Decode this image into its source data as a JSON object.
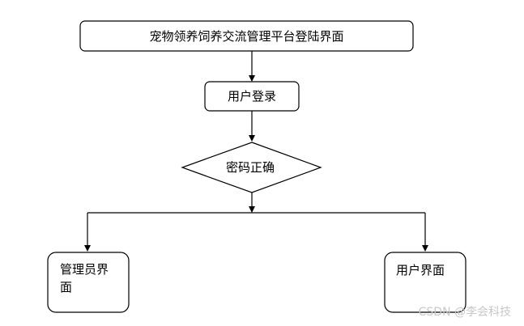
{
  "diagram": {
    "nodes": {
      "title": "宠物领养饲养交流管理平台登陆界面",
      "login": "用户登录",
      "decision": "密码正确",
      "admin_line1": "管理员界",
      "admin_line2": "面",
      "user": "用户界面"
    },
    "watermark": "CSDN @李会科技"
  }
}
